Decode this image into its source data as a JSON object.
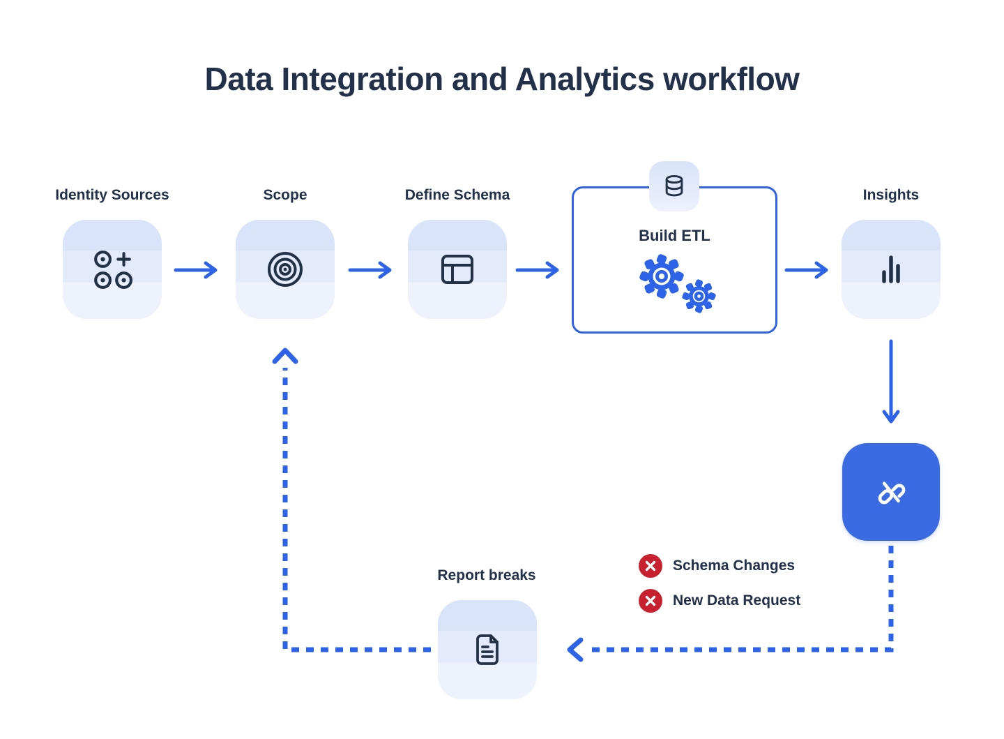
{
  "title": "Data Integration and Analytics workflow",
  "nodes": {
    "identity_sources": {
      "label": "Identity Sources",
      "icon": "identity-sources-icon"
    },
    "scope": {
      "label": "Scope",
      "icon": "target-icon"
    },
    "define_schema": {
      "label": "Define Schema",
      "icon": "table-layout-icon"
    },
    "build_etl": {
      "label": "Build ETL",
      "badge_icon": "database-icon",
      "icon": "gears-icon"
    },
    "insights": {
      "label": "Insights",
      "icon": "bar-chart-icon"
    },
    "link_break": {
      "icon": "broken-link-icon"
    },
    "report_breaks": {
      "label": "Report breaks",
      "icon": "document-icon"
    }
  },
  "feedback": {
    "items": [
      {
        "label": "Schema Changes",
        "icon": "x-circle-icon"
      },
      {
        "label": "New Data Request",
        "icon": "x-circle-icon"
      }
    ]
  },
  "colors": {
    "accent_blue": "#2d63e8",
    "solid_node_blue": "#3b6be2",
    "node_gradient_top": "#d9e3f9",
    "node_gradient_bottom": "#eef2fd",
    "error_red": "#c9202f",
    "text_navy": "#223049",
    "background": "#ffffff"
  }
}
